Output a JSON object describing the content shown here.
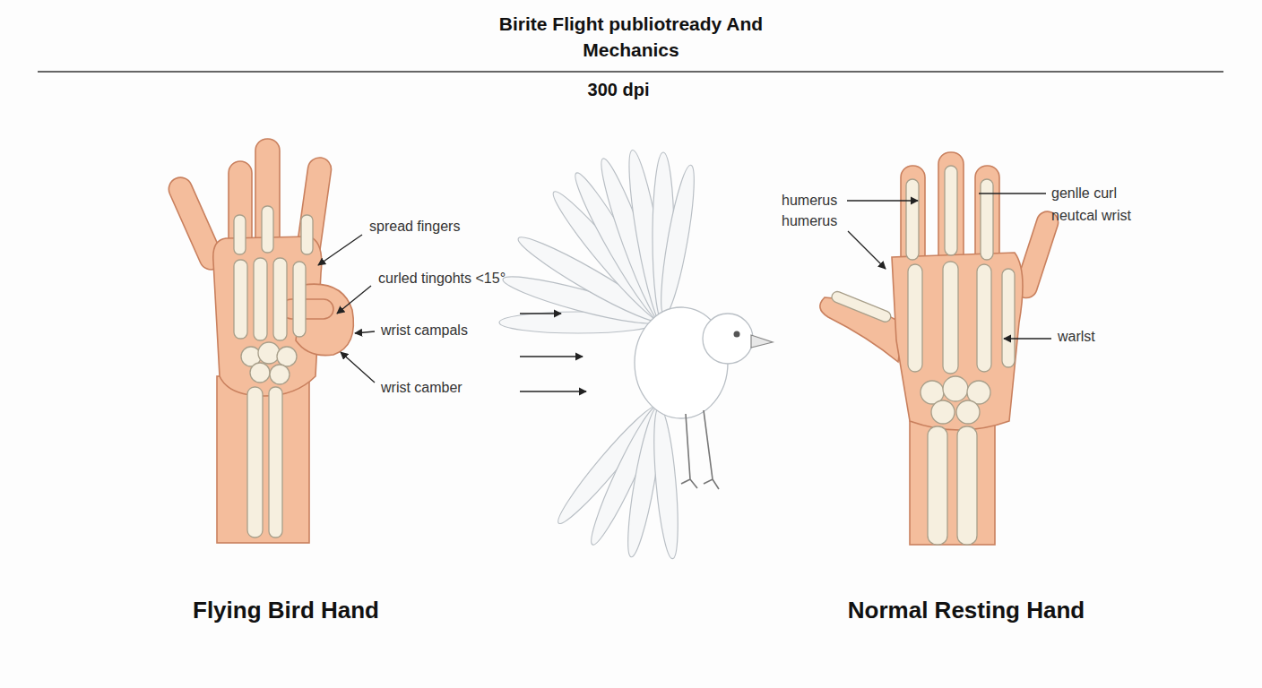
{
  "diagram": {
    "title": "Birite Flight publiotready And Mechanics",
    "labels": [
      "300 dpi",
      "spread fingers",
      "curled tingohts <15°",
      "wrist campals",
      "wrist camber",
      "humerus",
      "humerus",
      "genlle curl",
      "neutcal wrist",
      "warlst",
      "Flying Bird Hand",
      "Normal Resting Hand"
    ]
  }
}
